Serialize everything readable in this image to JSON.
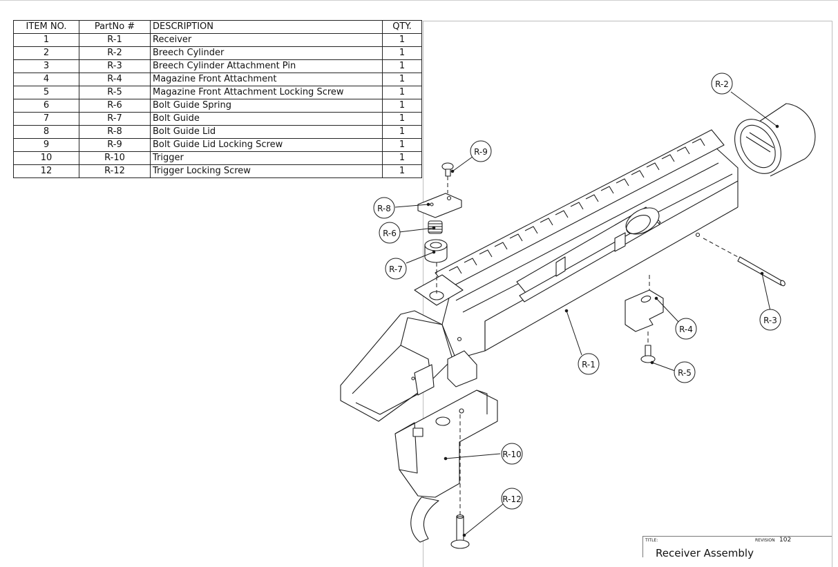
{
  "bom": {
    "headers": [
      "ITEM NO.",
      "PartNo #",
      "DESCRIPTION",
      "QTY."
    ],
    "rows": [
      [
        "1",
        "R-1",
        "Receiver",
        "1"
      ],
      [
        "2",
        "R-2",
        "Breech Cylinder",
        "1"
      ],
      [
        "3",
        "R-3",
        "Breech Cylinder Attachment Pin",
        "1"
      ],
      [
        "4",
        "R-4",
        "Magazine Front Attachment",
        "1"
      ],
      [
        "5",
        "R-5",
        "Magazine Front Attachment Locking Screw",
        "1"
      ],
      [
        "6",
        "R-6",
        "Bolt Guide Spring",
        "1"
      ],
      [
        "7",
        "R-7",
        "Bolt Guide",
        "1"
      ],
      [
        "8",
        "R-8",
        "Bolt Guide Lid",
        "1"
      ],
      [
        "9",
        "R-9",
        "Bolt Guide Lid Locking Screw",
        "1"
      ],
      [
        "10",
        "R-10",
        "Trigger",
        "1"
      ],
      [
        "12",
        "R-12",
        "Trigger Locking Screw",
        "1"
      ]
    ]
  },
  "callouts": {
    "r1": "R-1",
    "r2": "R-2",
    "r3": "R-3",
    "r4": "R-4",
    "r5": "R-5",
    "r6": "R-6",
    "r7": "R-7",
    "r8": "R-8",
    "r9": "R-9",
    "r10": "R-10",
    "r12": "R-12"
  },
  "title_block": {
    "title_label": "TITLE:",
    "revision_label": "REVISION",
    "revision_value": "102",
    "title_value": "Receiver Assembly"
  }
}
